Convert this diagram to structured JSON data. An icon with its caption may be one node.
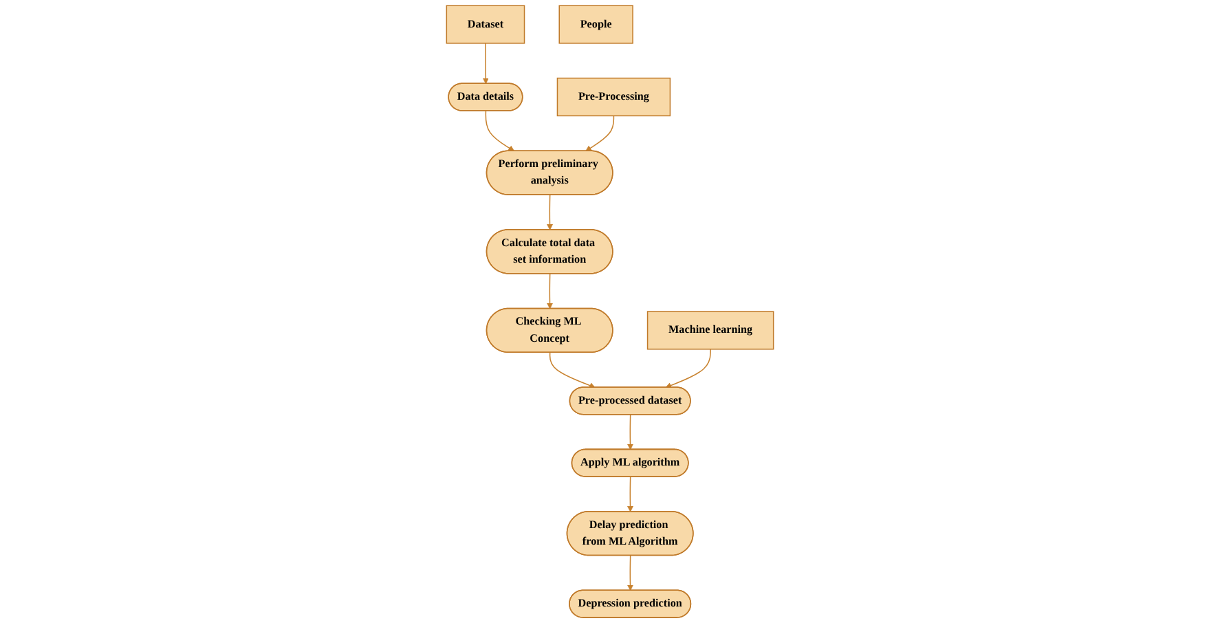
{
  "diagram": {
    "nodes": [
      {
        "text": [
          "Dataset"
        ]
      },
      {
        "text": [
          "Data details"
        ]
      },
      {
        "text": [
          "Pre-Processing"
        ]
      },
      {
        "text": [
          "Perform preliminary analysis"
        ]
      },
      {
        "text": [
          "Calculate total data set information"
        ]
      },
      {
        "text": [
          "Checking ML Concept"
        ]
      },
      {
        "text": [
          "Machine learning"
        ]
      },
      {
        "text": [
          "Pre-processed dataset"
        ]
      },
      {
        "text": [
          "Apply ML algorithm"
        ]
      },
      {
        "text": [
          "Delay prediction from ML Algorithm"
        ]
      },
      {
        "text": [
          "People"
        ]
      },
      {
        "text": [
          "Depression prediction"
        ]
      }
    ],
    "edges": [
      {
        "from": 0,
        "to": 1,
        "arrow": "to"
      },
      {
        "from": 1,
        "to": 3,
        "arrow": "to"
      },
      {
        "from": 2,
        "to": 3,
        "arrow": "to"
      },
      {
        "from": 3,
        "to": 4,
        "arrow": "to"
      },
      {
        "from": 4,
        "to": 5,
        "arrow": "to"
      },
      {
        "from": 5,
        "to": 7,
        "arrow": "to"
      },
      {
        "from": 6,
        "to": 7,
        "arrow": "to"
      },
      {
        "from": 7,
        "to": 8,
        "arrow": "to"
      },
      {
        "from": 8,
        "to": 9,
        "arrow": "to"
      },
      {
        "from": 9,
        "to": 11,
        "arrow": "to"
      }
    ]
  }
}
